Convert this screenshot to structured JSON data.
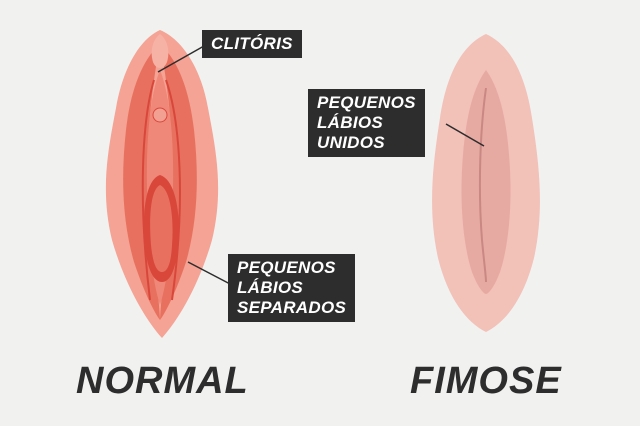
{
  "labels": {
    "clitoris": "CLITÓRIS",
    "separated": [
      "PEQUENOS",
      "LÁBIOS",
      "SEPARADOS"
    ],
    "united": [
      "PEQUENOS",
      "LÁBIOS",
      "UNIDOS"
    ]
  },
  "captions": {
    "normal": "NORMAL",
    "fimose": "FIMOSE"
  },
  "colors": {
    "background": "#f1f1f0",
    "label_bg": "#2d2d2d",
    "label_text": "#ffffff",
    "normal_outer": "#f4a394",
    "normal_inner": "#e8705f",
    "normal_line": "#d9473b",
    "fimose_outer": "#f2c1b8",
    "fimose_inner": "#e6aaa2",
    "fimose_line": "#c98883"
  }
}
